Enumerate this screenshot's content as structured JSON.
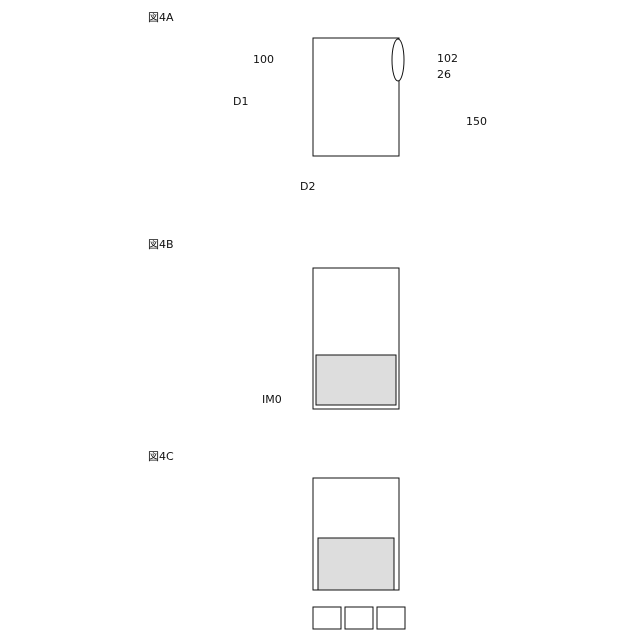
{
  "figure_labels": [
    "図4A",
    "図4B",
    "図4C"
  ],
  "ref_labels": [
    "100",
    "102",
    "26",
    "D1",
    "D2",
    "150",
    "IM0"
  ]
}
